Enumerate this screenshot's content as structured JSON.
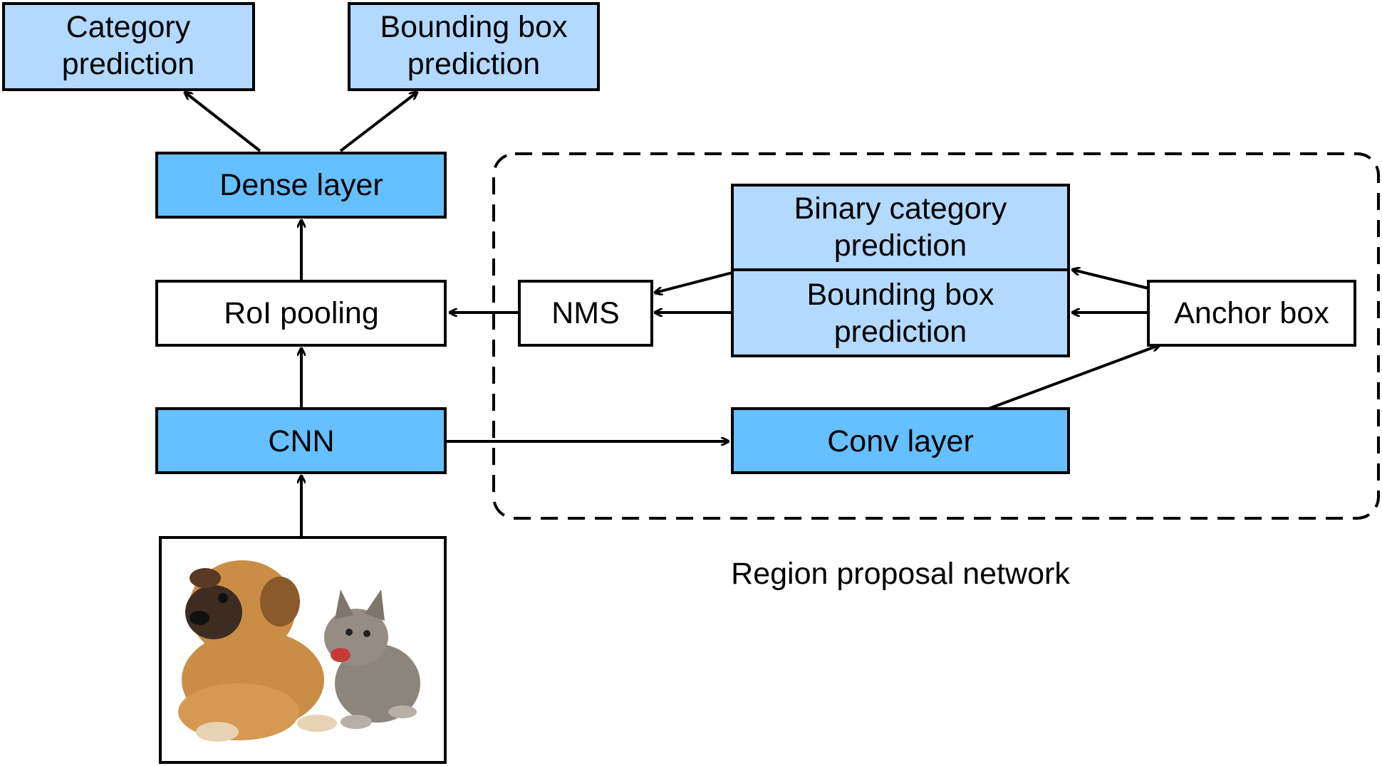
{
  "diagram": {
    "nodes": {
      "category_prediction": {
        "line1": "Category",
        "line2": "prediction"
      },
      "bbox_prediction_top": {
        "line1": "Bounding box",
        "line2": "prediction"
      },
      "dense_layer": {
        "label": "Dense layer"
      },
      "roi_pooling": {
        "label": "RoI pooling"
      },
      "cnn": {
        "label": "CNN"
      },
      "nms": {
        "label": "NMS"
      },
      "binary_category_prediction": {
        "line1": "Binary category",
        "line2": "prediction"
      },
      "bbox_prediction_rpn": {
        "line1": "Bounding box",
        "line2": "prediction"
      },
      "anchor_box": {
        "label": "Anchor box"
      },
      "conv_layer": {
        "label": "Conv layer"
      }
    },
    "region_caption": "Region proposal network"
  },
  "colors": {
    "light_blue": "#b3d9ff",
    "strong_blue": "#66bfff",
    "white": "#ffffff",
    "stroke": "#000000"
  }
}
